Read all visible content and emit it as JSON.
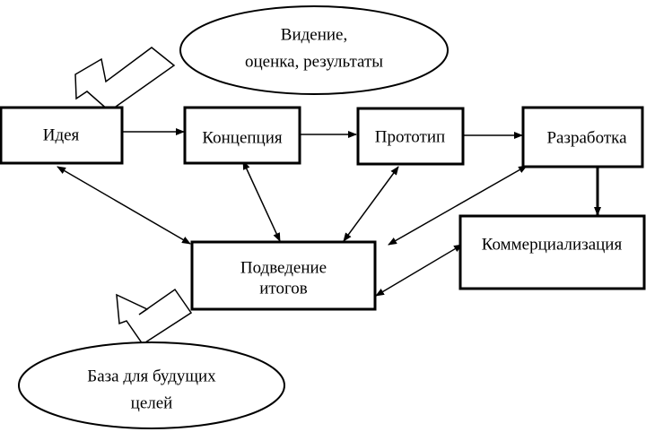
{
  "nodes": {
    "idea": "Идея",
    "concept": "Концепция",
    "prototype": "Прототип",
    "development": "Разработка",
    "commercialization": "Коммерциализация",
    "summary_line1": "Подведение",
    "summary_line2": "итогов"
  },
  "ellipses": {
    "vision_line1": "Видение,",
    "vision_line2": "оценка, результаты",
    "base_line1": "База для будущих",
    "base_line2": "целей"
  }
}
